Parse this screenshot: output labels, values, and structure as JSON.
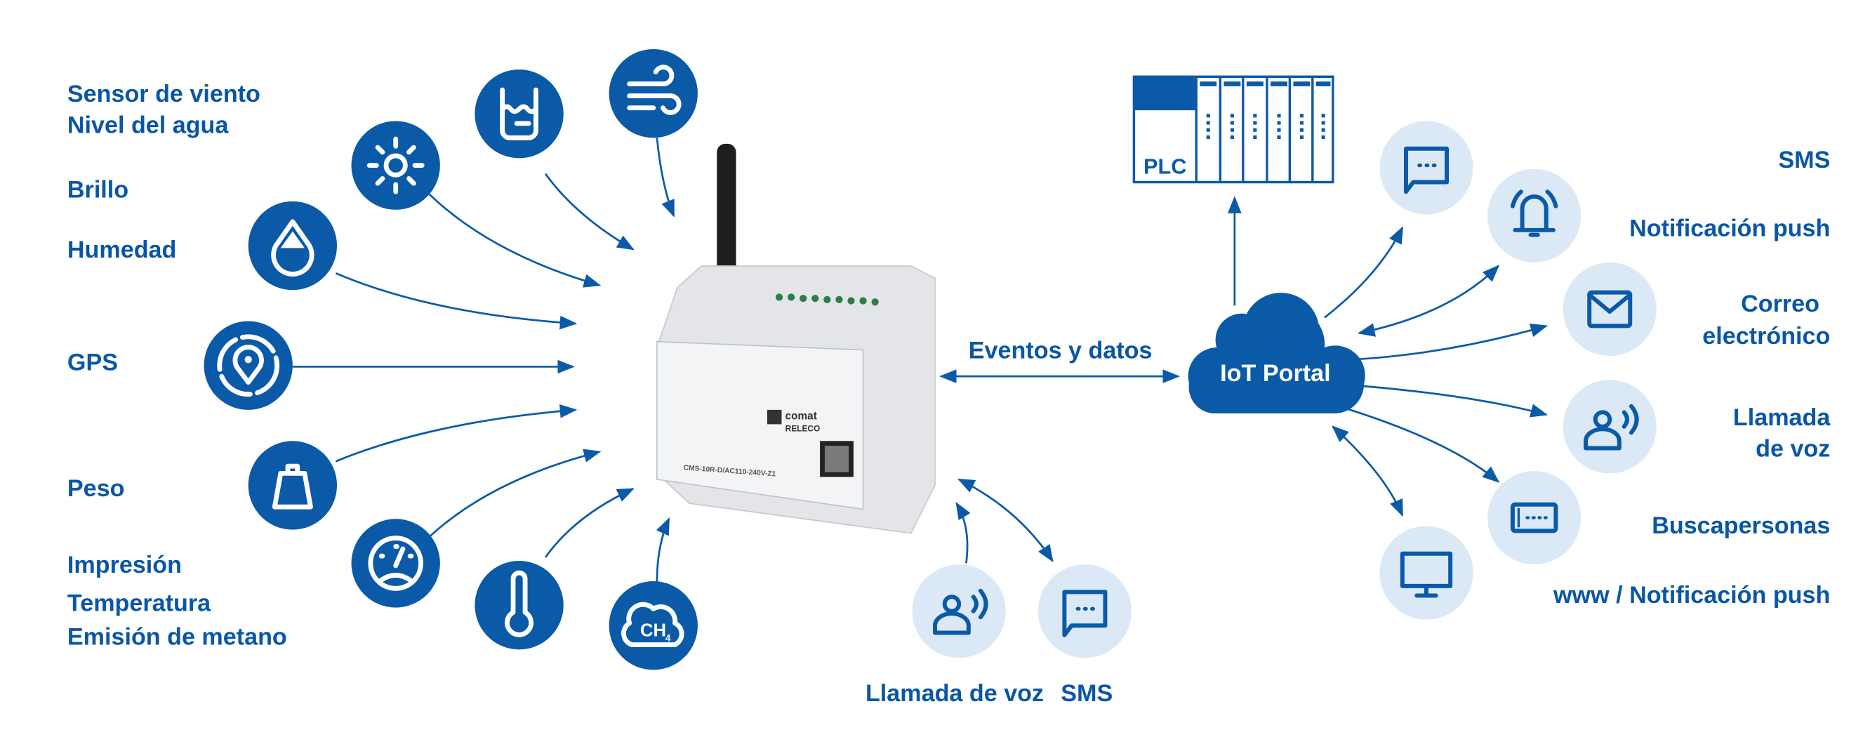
{
  "colors": {
    "brand_blue": "#0a5aa8",
    "light_circle": "#dbe9f7"
  },
  "sensors": [
    {
      "label": "Sensor de viento",
      "icon": "wind-icon"
    },
    {
      "label": "Nivel del agua",
      "icon": "water-level-icon"
    },
    {
      "label": "Brillo",
      "icon": "sun-icon"
    },
    {
      "label": "Humedad",
      "icon": "drop-icon"
    },
    {
      "label": "GPS",
      "icon": "gps-pin-icon"
    },
    {
      "label": "Peso",
      "icon": "weight-icon"
    },
    {
      "label": "Impresión",
      "icon": "gauge-icon"
    },
    {
      "label": "Temperatura",
      "icon": "thermometer-icon"
    },
    {
      "label": "Emisión de metano",
      "icon": "methane-cloud-icon"
    }
  ],
  "device": {
    "brand_line1": "comat",
    "brand_line2": "RELECO",
    "model": "CMS-10R-D/AC110-240V-Z1"
  },
  "center": {
    "events_label": "Eventos y datos",
    "cloud_label": "IoT Portal",
    "plc_label": "PLC"
  },
  "device_outputs": [
    {
      "label": "Llamada de voz",
      "icon": "voice-call-icon"
    },
    {
      "label": "SMS",
      "icon": "sms-icon"
    }
  ],
  "portal_outputs": [
    {
      "label": "SMS",
      "icon": "sms-icon"
    },
    {
      "label": "Notificación push",
      "icon": "bell-icon"
    },
    {
      "label_line1": "Correo",
      "label_line2": "electrónico",
      "icon": "mail-icon"
    },
    {
      "label_line1": "Llamada",
      "label_line2": "de voz",
      "icon": "voice-call-icon"
    },
    {
      "label": "Buscapersonas",
      "icon": "pager-icon"
    },
    {
      "label": "www / Notificación push",
      "icon": "monitor-icon"
    }
  ]
}
